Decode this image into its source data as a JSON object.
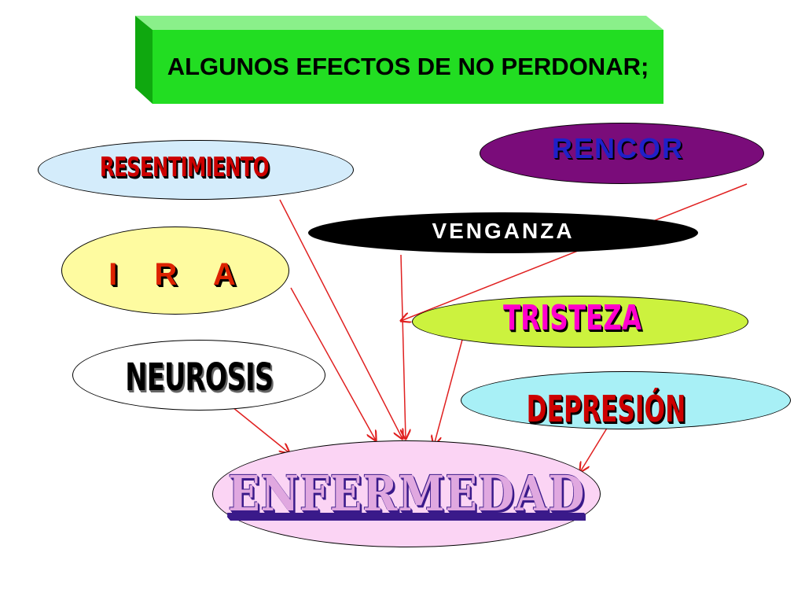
{
  "title": "ALGUNOS EFECTOS DE NO PERDONAR;",
  "nodes": {
    "resentimiento": "RESENTIMIENTO",
    "rencor": "RENCOR",
    "venganza": "VENGANZA",
    "ira": "I R A",
    "tristeza": "TRISTEZA",
    "neurosis": "NEUROSIS",
    "depresion": "DEPRESIÓN",
    "enfermedad": "ENFERMEDAD"
  },
  "colors": {
    "title_box": "#22dd22",
    "arrow": "#e02020",
    "resentimiento_fill": "#d4ecfb",
    "rencor_fill": "#7a0c7a",
    "venganza_fill": "#000000",
    "ira_fill": "#fefba0",
    "tristeza_fill": "#ccf23e",
    "neurosis_fill": "#ffffff",
    "depresion_fill": "#a8f0f6",
    "enfermedad_fill": "#fbd4f4"
  },
  "connections": [
    {
      "from": "resentimiento",
      "to": "enfermedad"
    },
    {
      "from": "rencor",
      "to": "tristeza"
    },
    {
      "from": "venganza",
      "to": "enfermedad"
    },
    {
      "from": "ira",
      "to": "enfermedad"
    },
    {
      "from": "tristeza",
      "to": "enfermedad"
    },
    {
      "from": "neurosis",
      "to": "enfermedad"
    },
    {
      "from": "depresion",
      "to": "enfermedad"
    }
  ]
}
